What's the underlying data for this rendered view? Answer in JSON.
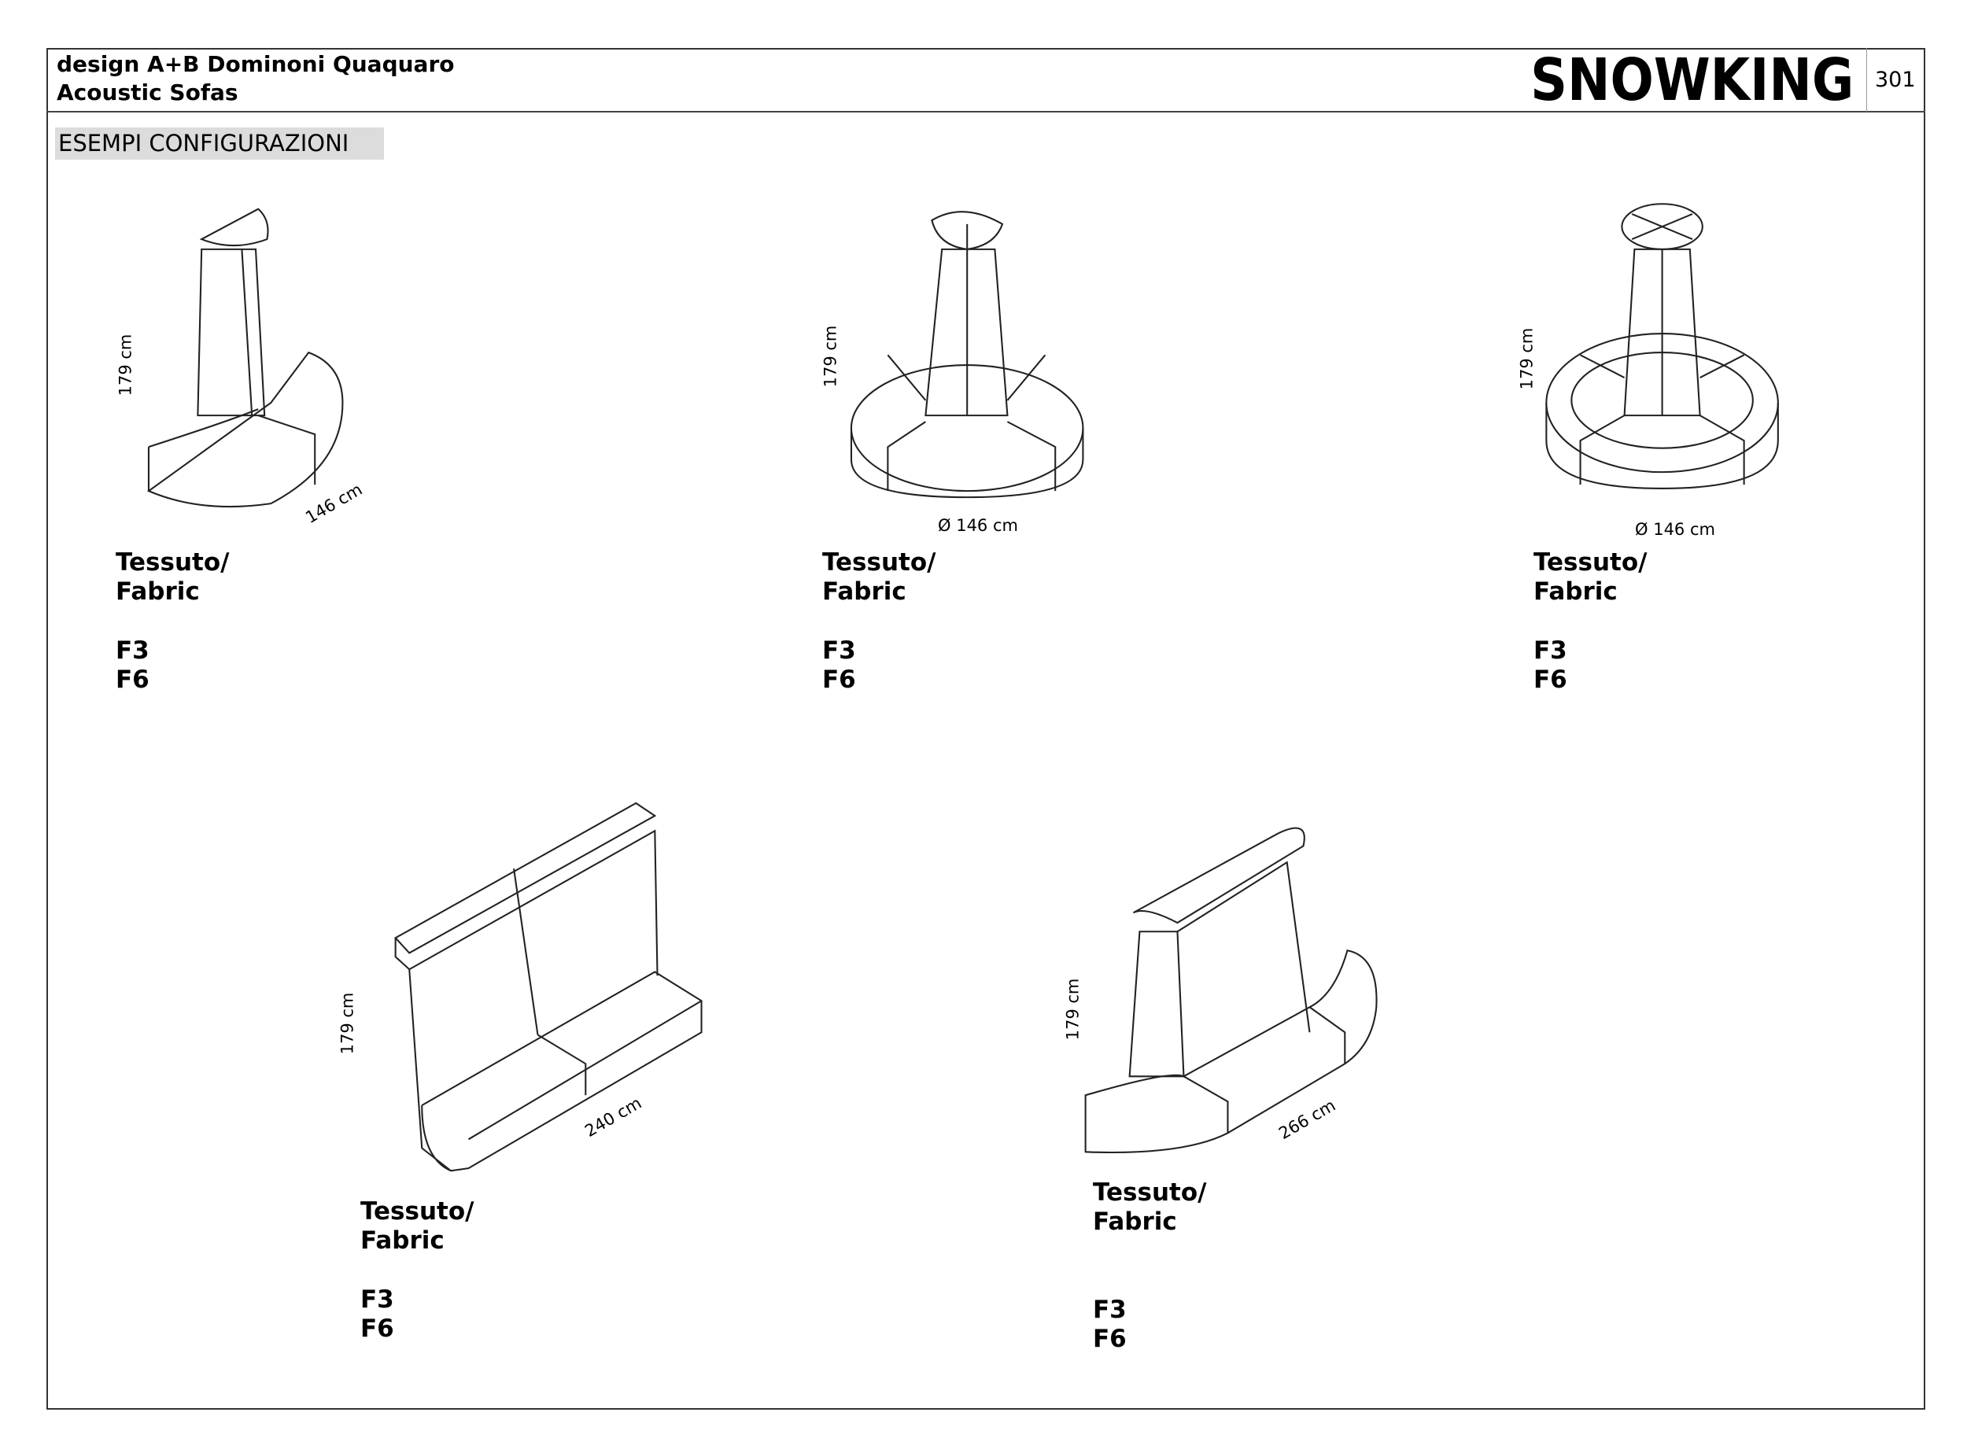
{
  "header": {
    "designer": "design A+B Dominoni Quaquaro",
    "subtitle": "Acoustic Sofas",
    "brand": "SNOWKING",
    "page_number": "301"
  },
  "section_title": "ESEMPI CONFIGURAZIONI",
  "configurations": [
    {
      "height": "179 cm",
      "width": "146 cm",
      "material_label": "Tessuto/",
      "material_label_en": "Fabric",
      "codes": [
        "F3",
        "F6"
      ]
    },
    {
      "height": "179 cm",
      "width": "Ø 146 cm",
      "material_label": "Tessuto/",
      "material_label_en": "Fabric",
      "codes": [
        "F3",
        "F6"
      ]
    },
    {
      "height": "179 cm",
      "width": "Ø 146 cm",
      "material_label": "Tessuto/",
      "material_label_en": "Fabric",
      "codes": [
        "F3",
        "F6"
      ]
    },
    {
      "height": "179 cm",
      "width": "240 cm",
      "material_label": "Tessuto/",
      "material_label_en": "Fabric",
      "codes": [
        "F3",
        "F6"
      ]
    },
    {
      "height": "179 cm",
      "width": "266 cm",
      "material_label": "Tessuto/",
      "material_label_en": "Fabric",
      "codes": [
        "F3",
        "F6"
      ]
    }
  ]
}
